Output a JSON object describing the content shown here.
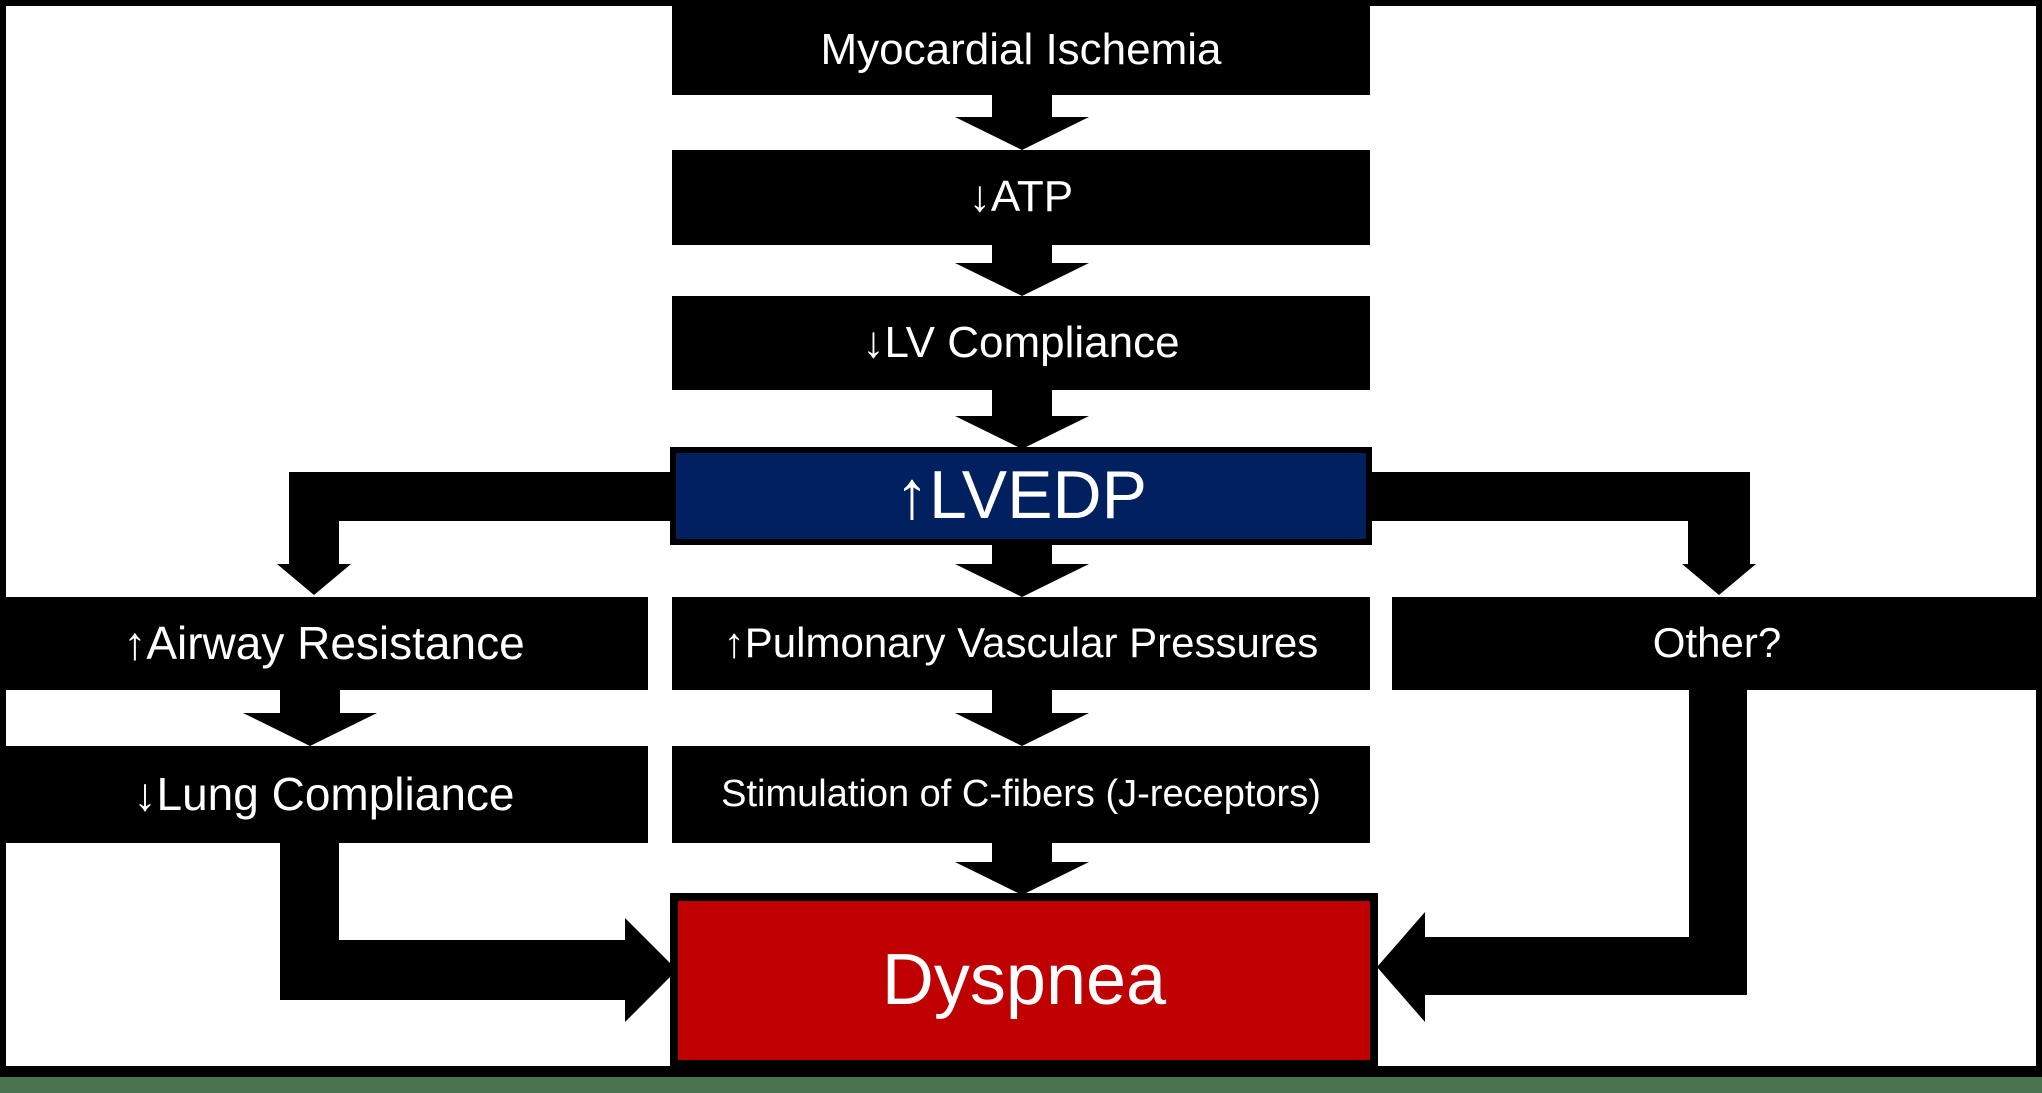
{
  "colors": {
    "background": "#ffffff",
    "node_fill": "#000000",
    "node_text": "#ffffff",
    "lvedp_fill": "#002060",
    "dyspnea_fill": "#C00000",
    "connector": "#000000",
    "border": "#000000",
    "bottom_strip": "#4a7350"
  },
  "nodes": {
    "myocardial_ischemia": {
      "label": "Myocardial Ischemia"
    },
    "atp": {
      "label": "↓ATP"
    },
    "lv_compliance": {
      "label": "↓LV Compliance"
    },
    "lvedp": {
      "label": "↑LVEDP"
    },
    "airway_resistance": {
      "label": "↑Airway Resistance"
    },
    "pulmonary_vascular_pressures": {
      "label": "↑Pulmonary Vascular Pressures"
    },
    "other": {
      "label": "Other?"
    },
    "lung_compliance": {
      "label": "↓Lung Compliance"
    },
    "c_fiber_stimulation": {
      "label": "Stimulation of C-fibers (J-receptors)"
    },
    "dyspnea": {
      "label": "Dyspnea"
    }
  }
}
